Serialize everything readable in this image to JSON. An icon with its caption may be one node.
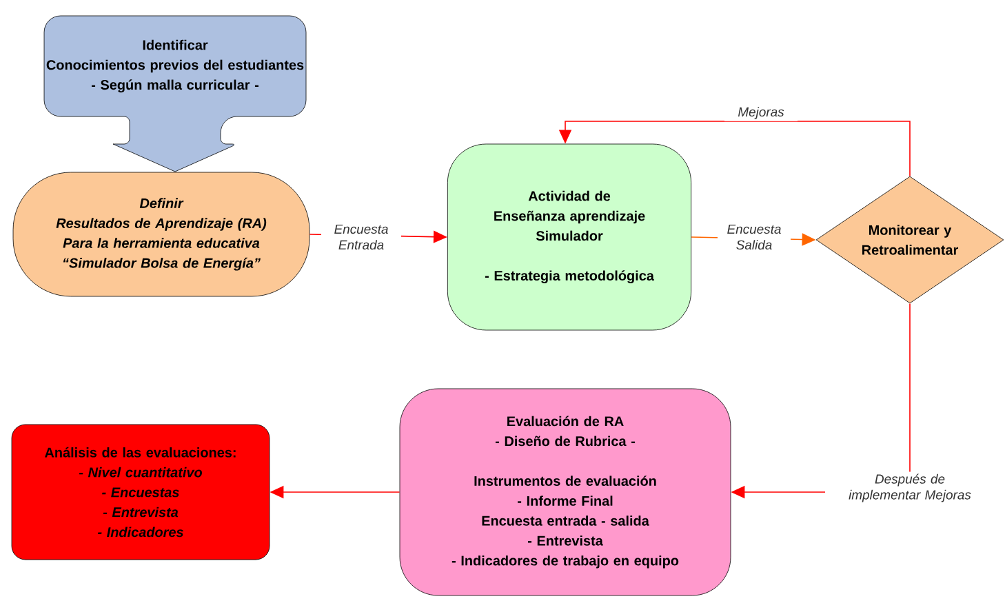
{
  "diagram": {
    "nodes": [
      {
        "text": [
          "Identificar",
          "Conocimientos previos del estudiantes",
          "- Según malla curricular -"
        ]
      },
      {
        "text": [
          "Definir",
          "Resultados de Aprendizaje (RA)",
          "Para la herramienta educativa",
          "“Simulador Bolsa de Energía”"
        ]
      },
      {
        "text": [
          "Actividad de Enseñanza aprendizaje",
          "Simulador",
          "- Estrategia metodológica"
        ]
      },
      {
        "text": [
          "Monitorear y Retroalimentar"
        ]
      },
      {
        "text": [
          "Evaluación de RA",
          "- Diseño de Rubrica -",
          "Instrumentos de evaluación",
          "- Informe Final",
          "Encuesta entrada - salida",
          "- Entrevista",
          "- Indicadores de trabajo en equipo"
        ]
      },
      {
        "text": [
          "Análisis de las evaluaciones:",
          "- Nivel cuantitativo",
          "- Encuestas",
          "- Entrevista",
          "- Indicadores"
        ]
      }
    ],
    "edges": [
      {
        "from": 1,
        "to": 2,
        "arrow": "to",
        "label": "Encuesta Entrada"
      },
      {
        "from": 2,
        "to": 3,
        "arrow": "to",
        "label": "Encuesta Salida",
        "color": "#ff6600"
      },
      {
        "from": 3,
        "to": 2,
        "arrow": "to",
        "label": "Mejoras"
      },
      {
        "from": 3,
        "to": 4,
        "arrow": "to",
        "label": "Después de implementar Mejoras"
      },
      {
        "from": 4,
        "to": 5,
        "arrow": "to"
      }
    ]
  }
}
